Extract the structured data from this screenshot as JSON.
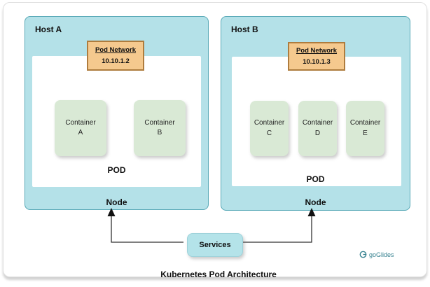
{
  "page": {
    "title": "Kubernetes Pod Architecture"
  },
  "brand": {
    "name": "goGlides"
  },
  "hosts": [
    {
      "label": "Host A",
      "pod_network": {
        "title": "Pod Network",
        "ip": "10.10.1.2"
      },
      "containers": [
        {
          "line1": "Container",
          "line2": "A"
        },
        {
          "line1": "Container",
          "line2": "B"
        }
      ],
      "pod_label": "POD",
      "node_label": "Node"
    },
    {
      "label": "Host B",
      "pod_network": {
        "title": "Pod Network",
        "ip": "10.10.1.3"
      },
      "containers": [
        {
          "line1": "Container",
          "line2": "C"
        },
        {
          "line1": "Container",
          "line2": "D"
        },
        {
          "line1": "Container",
          "line2": "E"
        }
      ],
      "pod_label": "POD",
      "node_label": "Node"
    }
  ],
  "services": {
    "label": "Services"
  },
  "colors": {
    "host_fill": "#b4e1e8",
    "host_border": "#57a8b6",
    "container_fill": "#d9e9d5",
    "pod_network_fill": "#f5c98e",
    "pod_network_border": "#ae7c3e",
    "services_fill": "#b4e3e9",
    "arrow": "#333333",
    "logo": "#35818f"
  }
}
